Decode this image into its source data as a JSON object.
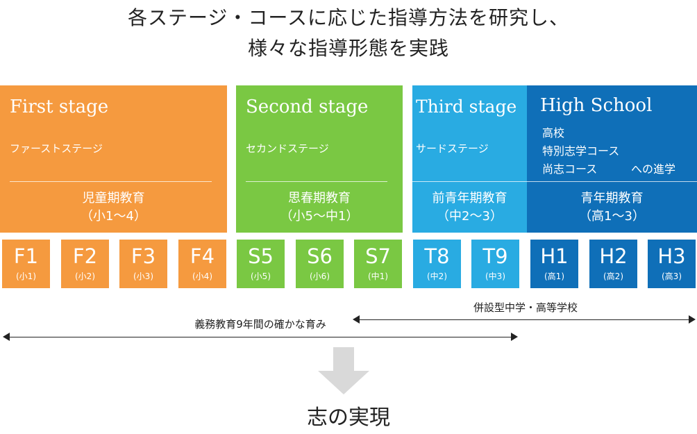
{
  "header": {
    "line1": "各ステージ・コースに応じた指導方法を研究し、",
    "line2": "様々な指導形態を実践"
  },
  "colors": {
    "first": "#f59a3f",
    "second": "#7ac843",
    "third": "#29abe2",
    "high": "#0f6fb8"
  },
  "stages": {
    "first": {
      "en": "First stage",
      "jp": "ファーストステージ",
      "period": "児童期教育",
      "range": "（小1〜4）"
    },
    "second": {
      "en": "Second stage",
      "jp": "セカンドステージ",
      "period": "思春期教育",
      "range": "（小5〜中1）"
    },
    "third": {
      "en": "Third stage",
      "jp": "サードステージ",
      "period": "前青年期教育",
      "range": "（中2〜3）"
    },
    "high": {
      "en": "High School",
      "sub1": "高校",
      "sub2": "特別志学コース",
      "sub3a": "尚志コース",
      "sub3b": "への進学",
      "period": "青年期教育",
      "range": "（高1〜3）"
    }
  },
  "grades": [
    {
      "code": "F1",
      "sub": "(小1)"
    },
    {
      "code": "F2",
      "sub": "(小2)"
    },
    {
      "code": "F3",
      "sub": "(小3)"
    },
    {
      "code": "F4",
      "sub": "(小4)"
    },
    {
      "code": "S5",
      "sub": "(小5)"
    },
    {
      "code": "S6",
      "sub": "(小6)"
    },
    {
      "code": "S7",
      "sub": "(中1)"
    },
    {
      "code": "T8",
      "sub": "(中2)"
    },
    {
      "code": "T9",
      "sub": "(中3)"
    },
    {
      "code": "H1",
      "sub": "(高1)"
    },
    {
      "code": "H2",
      "sub": "(高2)"
    },
    {
      "code": "H3",
      "sub": "(高3)"
    }
  ],
  "arrows": {
    "compulsory": "義務教育9年間の確かな育み",
    "combined": "併設型中学・高等学校"
  },
  "final": "志の実現"
}
